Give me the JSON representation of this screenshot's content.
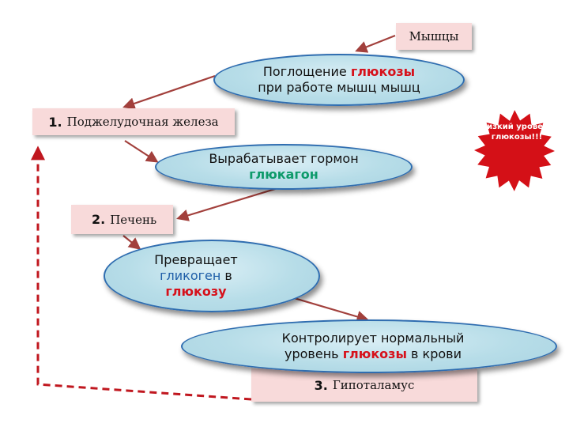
{
  "boxes": {
    "muscles": {
      "label": "Мышцы"
    },
    "pancreas": {
      "num": "1.",
      "label": "Поджелудочная железа"
    },
    "liver": {
      "num": "2.",
      "label": "Печень"
    },
    "hypothalamus": {
      "num": "3.",
      "label": "Гипоталамус"
    }
  },
  "ellipses": {
    "uptake": {
      "part1": "Поглощение ",
      "keyword": "глюкозы",
      "part2": " при работе мышц мышц"
    },
    "hormone": {
      "part1": "Вырабатывает гормон ",
      "keyword": "глюкагон"
    },
    "convert": {
      "part1": "Превращает ",
      "keyword1": "гликоген",
      "part2": " в ",
      "keyword2": "глюкозу"
    },
    "control": {
      "part1": "Контролирует нормальный уровень ",
      "keyword": "глюкозы",
      "part2": " в крови"
    }
  },
  "star": {
    "text": "Низкий уровень глюкозы!!!"
  },
  "colors": {
    "box_fill": "#f8dada",
    "arrow": "#a2403c",
    "feedback_arrow": "#c0171f",
    "ellipse_border": "#2f6db0",
    "star_fill": "#d41017",
    "keyword_red": "#d6111b",
    "keyword_green": "#0d9a6a",
    "keyword_blue": "#1f5ea8"
  }
}
